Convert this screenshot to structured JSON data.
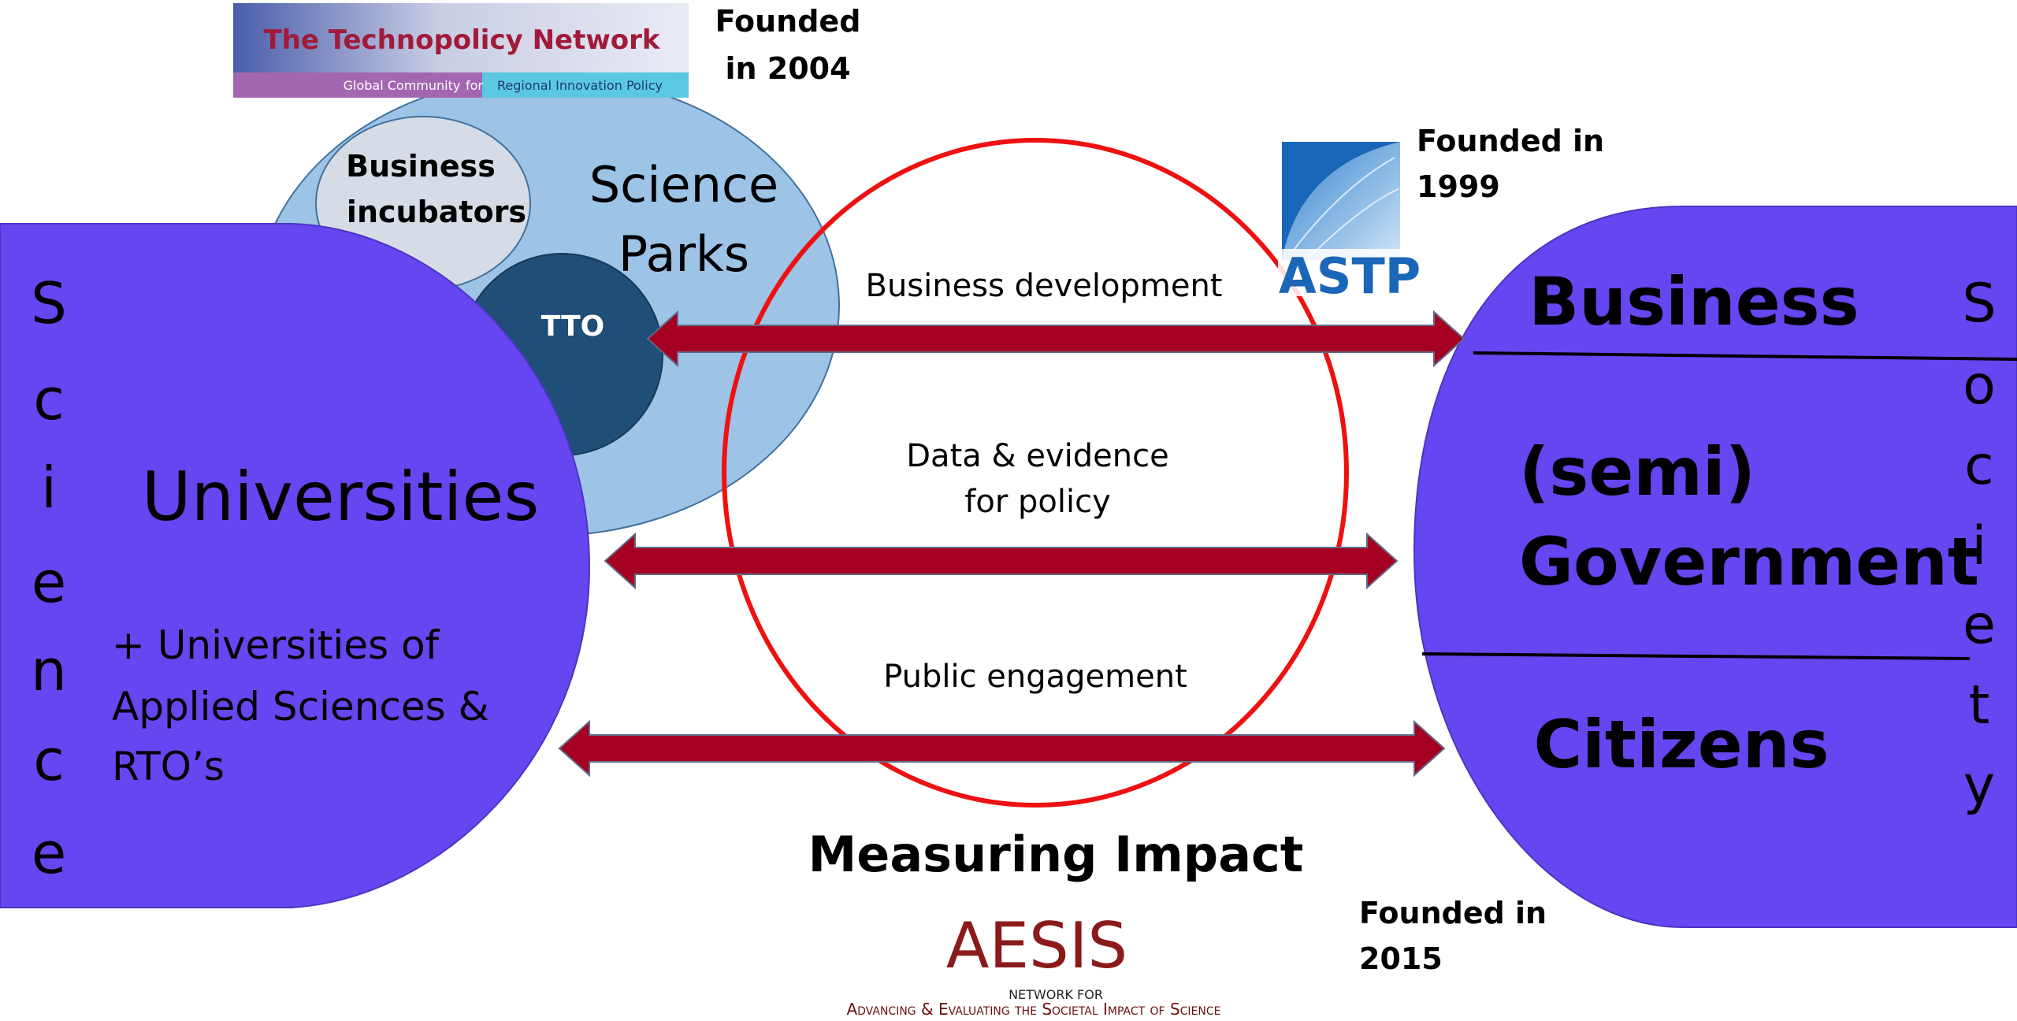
{
  "technopolicy_logo": {
    "title": "The Technopolicy Network",
    "tagline_left": "Global Community",
    "tagline_for": "for",
    "tagline_right": "Regional Innovation Policy"
  },
  "technopolicy_founded": [
    "Founded",
    "in 2004"
  ],
  "astp_logo": {
    "text": "ASTP"
  },
  "astp_founded": [
    "Founded in",
    "1999"
  ],
  "aesis_logo": {
    "title": "AESIS",
    "line1": "NETWORK FOR",
    "line2": "Advancing & Evaluating the Societal Impact of Science"
  },
  "aesis_founded": [
    "Founded in",
    "2015"
  ],
  "science_parks": {
    "label_lines": [
      "Science",
      "Parks"
    ]
  },
  "business_incubators": {
    "label_lines": [
      "Business",
      "incubators"
    ]
  },
  "tto": {
    "label": "TTO"
  },
  "universities": {
    "label": "Universities",
    "sub_lines": [
      "+ Universities of",
      "Applied Sciences &",
      "RTO’s"
    ]
  },
  "science_vertical": [
    "S",
    "c",
    "i",
    "e",
    "n",
    "c",
    "e"
  ],
  "society_vertical": [
    "S",
    "o",
    "c",
    "i",
    "e",
    "t",
    "y"
  ],
  "society_sections": {
    "business": "Business",
    "government_lines": [
      "(semi)",
      "Government"
    ],
    "citizens": "Citizens"
  },
  "arrows": {
    "business_development": "Business development",
    "data_evidence_lines": [
      "Data & evidence",
      "for policy"
    ],
    "public_engagement": "Public engagement"
  },
  "measuring_impact": "Measuring Impact",
  "colors": {
    "purple": "#6646f0",
    "science_park_blue": "#9dc3e6",
    "incubator_gray": "#d6dce5",
    "tto_blue": "#1f4e79",
    "arrow_red": "#a50021",
    "circle_red": "#ee1111"
  }
}
